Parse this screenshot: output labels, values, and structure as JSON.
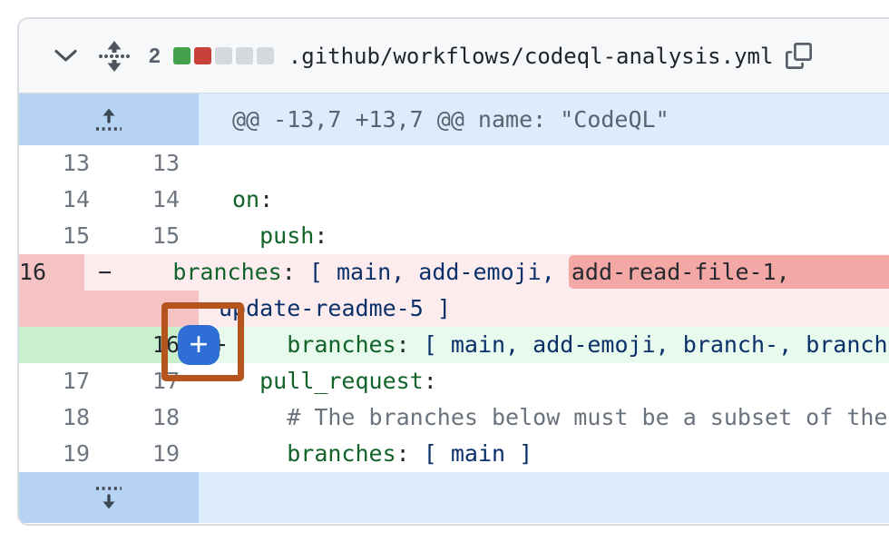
{
  "file_header": {
    "collapse_button": {
      "icon": "chevron-down-icon"
    },
    "drag_handle": {
      "icon": "unfold-vertical-icon"
    },
    "changed_lines_count": "2",
    "diffstat_blocks": [
      "addition",
      "deletion",
      "neutral",
      "neutral",
      "neutral"
    ],
    "file_path": ".github/workflows/codeql-analysis.yml",
    "copy_button": {
      "icon": "copy-icon"
    }
  },
  "hunk_row": {
    "expand_up_button": {
      "icon": "expand-up-icon"
    },
    "text": "@@ -13,7 +13,7 @@ name: \"CodeQL\""
  },
  "diff": {
    "rows": [
      {
        "old": "13",
        "new": "13",
        "kind": "context",
        "marker": "",
        "wrap": false,
        "segments": []
      },
      {
        "old": "14",
        "new": "14",
        "kind": "context",
        "marker": "",
        "wrap": false,
        "segments": [
          {
            "t": "on",
            "c": "key"
          },
          {
            "t": ":",
            "c": "punct"
          }
        ]
      },
      {
        "old": "15",
        "new": "15",
        "kind": "context",
        "marker": "",
        "wrap": false,
        "segments": [
          {
            "t": "  ",
            "c": "plain"
          },
          {
            "t": "push",
            "c": "key"
          },
          {
            "t": ":",
            "c": "punct"
          }
        ]
      },
      {
        "old": "16",
        "new": "",
        "kind": "removed",
        "marker": "−",
        "wrap": false,
        "segments": [
          {
            "t": "    ",
            "c": "plain"
          },
          {
            "t": "branches",
            "c": "key"
          },
          {
            "t": ":",
            "c": "punct"
          },
          {
            "t": " [ main, add-emoji, ",
            "c": "val"
          },
          {
            "t": "add-read-file-1,",
            "c": "removed-em"
          }
        ]
      },
      {
        "old": "",
        "new": "",
        "kind": "removed",
        "marker": "",
        "wrap": true,
        "segments": [
          {
            "t": "update-readme-5 ]",
            "c": "val"
          }
        ]
      },
      {
        "old": "",
        "new": "16",
        "kind": "added",
        "marker": "+",
        "wrap": false,
        "segments": [
          {
            "t": "    ",
            "c": "plain"
          },
          {
            "t": "branches",
            "c": "key"
          },
          {
            "t": ":",
            "c": "punct"
          },
          {
            "t": " [ main, add-emoji, branch-, branch-",
            "c": "val"
          }
        ]
      },
      {
        "old": "17",
        "new": "17",
        "kind": "context",
        "marker": "",
        "wrap": false,
        "segments": [
          {
            "t": "  ",
            "c": "plain"
          },
          {
            "t": "pull_request",
            "c": "key"
          },
          {
            "t": ":",
            "c": "punct"
          }
        ]
      },
      {
        "old": "18",
        "new": "18",
        "kind": "context",
        "marker": "",
        "wrap": false,
        "segments": [
          {
            "t": "    ",
            "c": "plain"
          },
          {
            "t": "# The branches below must be a subset of the",
            "c": "comment"
          }
        ]
      },
      {
        "old": "19",
        "new": "19",
        "kind": "context",
        "marker": "",
        "wrap": false,
        "segments": [
          {
            "t": "    ",
            "c": "plain"
          },
          {
            "t": "branches",
            "c": "key"
          },
          {
            "t": ":",
            "c": "punct"
          },
          {
            "t": " [ main ]",
            "c": "val"
          }
        ]
      }
    ]
  },
  "expand_row": {
    "expand_down_button": {
      "icon": "expand-down-icon"
    }
  },
  "add_comment_button": {
    "label": "+",
    "background": "#2f6ed4"
  },
  "annotation": {
    "type": "highlight-rectangle",
    "color": "#b5551d"
  },
  "colors": {
    "header_background": "#f6f8fa",
    "hunk_gutter_blue": "#b7d3f4",
    "hunk_body_blue": "#ddecfc",
    "removed_gutter": "#f6c3c4",
    "removed_line": "#fdecee",
    "removed_word_highlight": "#f4a8a5",
    "added_gutter": "#c8f0cd",
    "added_line": "#e8f9ed",
    "diffstat_addition": "#44a14c",
    "diffstat_deletion": "#c8423b",
    "diffstat_neutral": "#d4d9de",
    "syntax_key_green": "#116329",
    "syntax_value_navy": "#0a3069",
    "comment_gray": "#6a737d"
  }
}
